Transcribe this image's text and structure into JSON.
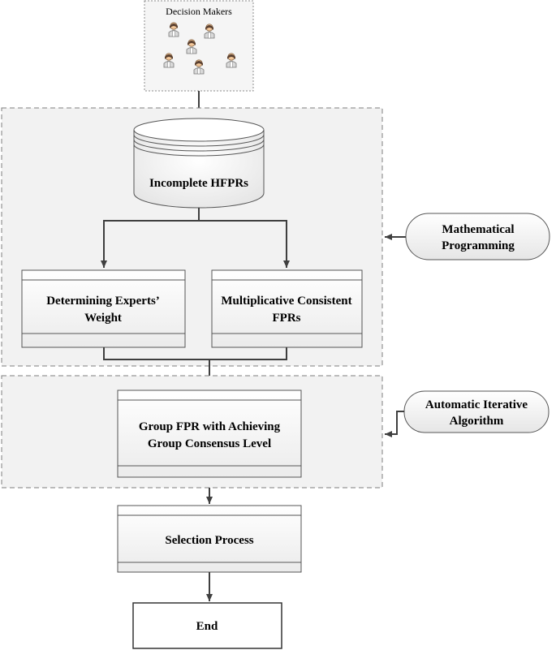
{
  "decision_makers": {
    "label": "Decision Makers",
    "person_icon": "person-icon"
  },
  "database": {
    "label": "Incomplete HFPRs"
  },
  "experts_weight": {
    "line1": "Determining Experts’",
    "line2": "Weight"
  },
  "consistent_fprs": {
    "line1": "Multiplicative Consistent",
    "line2": "FPRs"
  },
  "math_programming": {
    "line1": "Mathematical",
    "line2": "Programming"
  },
  "group_fpr": {
    "line1": "Group FPR with Achieving",
    "line2": "Group Consensus Level"
  },
  "iterative_algorithm": {
    "line1": "Automatic Iterative",
    "line2": "Algorithm"
  },
  "selection": {
    "label": "Selection Process"
  },
  "end": {
    "label": "End"
  },
  "colors": {
    "container_fill": "#f2f2f2",
    "container_stroke": "#7f7f7f",
    "box_fill": "#ffffff",
    "box_gradient_end": "#ececec",
    "line": "#3f3f3f",
    "icon_skin": "#f4c89a",
    "icon_body": "#d9d9d9"
  }
}
